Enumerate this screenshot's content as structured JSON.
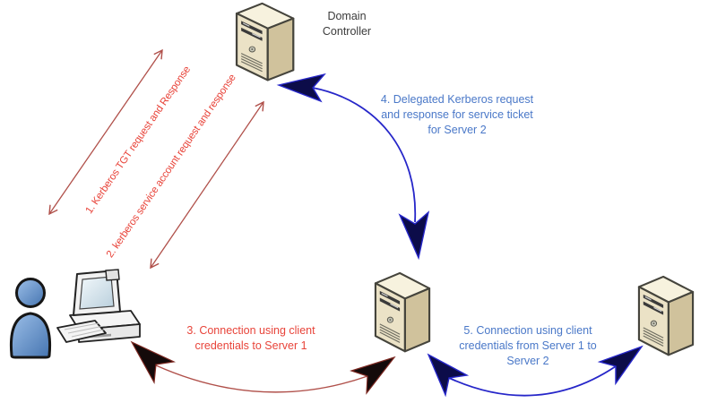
{
  "diagram": {
    "type": "kerberos-delegation-flow",
    "background": "#ffffff",
    "nodes": {
      "domain_controller": {
        "label": "Domain Controller",
        "icon": "tower-server-icon"
      },
      "client_user": {
        "label": "",
        "icon": "person-icon"
      },
      "client_computer": {
        "label": "",
        "icon": "desktop-computer-icon"
      },
      "server1": {
        "label": "",
        "icon": "tower-server-icon"
      },
      "server2": {
        "label": "",
        "icon": "tower-server-icon"
      }
    },
    "steps": [
      {
        "num": "1",
        "label": "1. Kerberos TGT request and Response",
        "from": "client_computer",
        "to": "domain_controller",
        "style": "straight-double-arrow",
        "color": "#e8443a"
      },
      {
        "num": "2",
        "label": "2. kerberos service account request and response",
        "from": "client_computer",
        "to": "domain_controller",
        "style": "straight-double-arrow",
        "color": "#e8443a"
      },
      {
        "num": "3",
        "label": "3. Connection using client credentials to Server 1",
        "from": "client_computer",
        "to": "server1",
        "style": "curved-double-arrow",
        "color": "#e8443a"
      },
      {
        "num": "4",
        "label": "4. Delegated Kerberos request and response for service ticket for Server 2",
        "from": "server1",
        "to": "domain_controller",
        "style": "curved-double-arrow",
        "color": "#4a78c8"
      },
      {
        "num": "5",
        "label": "5. Connection using client credentials from Server 1 to Server 2",
        "from": "server1",
        "to": "server2",
        "style": "curved-double-arrow",
        "color": "#4a78c8"
      }
    ],
    "colors": {
      "red_text": "#e8443a",
      "red_line": "#b0504a",
      "red_arrowhead_fill": "#140a0a",
      "red_arrowhead_stroke": "#7c2821",
      "blue_text": "#4a78c8",
      "blue_line": "#2626c9",
      "blue_arrowhead_fill": "#0c0c49",
      "blue_arrowhead_stroke": "#2626c9",
      "node_label": "#3b3b3b"
    }
  }
}
